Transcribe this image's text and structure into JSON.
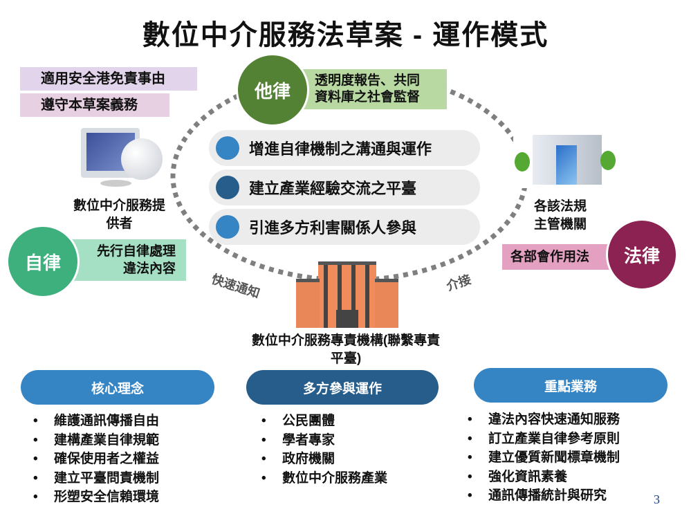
{
  "title": "數位中介服務法草案 - 運作模式",
  "top_left_tags": [
    "適用安全港免責事由",
    "遵守本草案義務"
  ],
  "other_regulation": {
    "circle": "他律",
    "text_line1": "透明度報告、共同",
    "text_line2": "資料庫之社會監督"
  },
  "self_regulation": {
    "circle": "自律",
    "text_line1": "先行自律處理",
    "text_line2": "違法內容"
  },
  "law": {
    "circle": "法律",
    "text": "各部會作用法"
  },
  "provider": {
    "line1": "數位中介服務提",
    "line2": "供者"
  },
  "authority": {
    "line1": "各該法規",
    "line2": "主管機關"
  },
  "agency": {
    "line1": "數位中介服務專責機構(聯繫專責",
    "line2": "平臺)"
  },
  "arc_labels": {
    "left": "快速通知",
    "right": "介接"
  },
  "center_items": [
    "增進自律機制之溝通與運作",
    "建立產業經驗交流之平臺",
    "引進多方利害關係人參與"
  ],
  "columns": [
    {
      "header": "核心理念",
      "items": [
        "維護通訊傳播自由",
        "建構產業自律規範",
        "確保使用者之權益",
        "建立平臺問責機制",
        "形塑安全信賴環境"
      ]
    },
    {
      "header": "多方參與運作",
      "items": [
        "公民團體",
        "學者專家",
        "政府機關",
        "數位中介服務產業"
      ]
    },
    {
      "header": "重點業務",
      "items": [
        "違法內容快速通知服務",
        "訂立產業自律參考原則",
        "建立優質新聞標章機制",
        "強化資訊素養",
        "通訊傳播統計與研究"
      ]
    }
  ],
  "page_number": "3",
  "colors": {
    "other_reg": "#548235",
    "self_reg": "#3db07d",
    "law": "#8b2252",
    "dot_light": "#3584c4",
    "dot_dark": "#275d8a"
  }
}
